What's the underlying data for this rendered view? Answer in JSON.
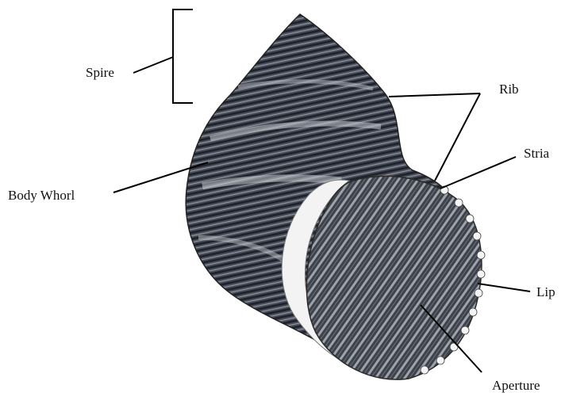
{
  "labels": {
    "spire": "Spire",
    "body_whorl": "Body Whorl",
    "rib": "Rib",
    "stria": "Stria",
    "lip": "Lip",
    "aperture": "Aperture"
  },
  "colors": {
    "shell_dark": "#2b2f3a",
    "shell_mid": "#5a5f6b",
    "shell_light": "#d8dbe0",
    "aperture": "#3a3d45",
    "lip_white": "#f4f4f4",
    "line": "#000000"
  }
}
